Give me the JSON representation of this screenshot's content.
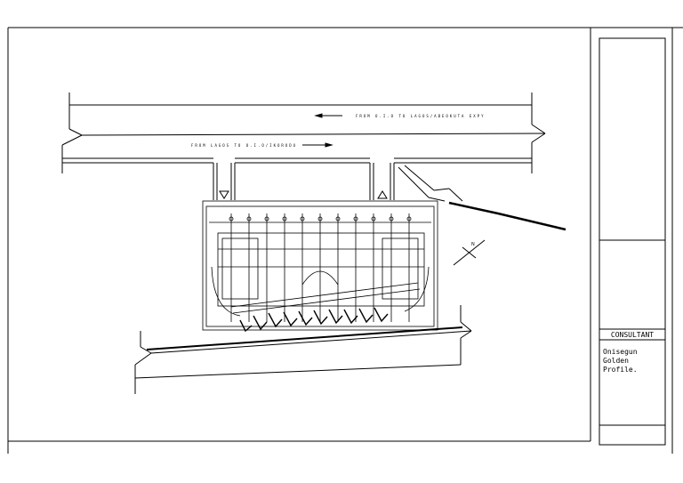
{
  "title_block": {
    "consultant_heading": "CONSULTANT",
    "consultant_name": "Onisegun\nGolden Profile."
  },
  "drawing": {
    "road_label_top": "FROM O.I.O TO LAGOS/ABEOKUTA EXPY",
    "road_label_lower": "FROM LAGOS TO O.I.O/IKORODU",
    "north_label": "N",
    "bottom_road_label": "",
    "bottom_note": ""
  }
}
